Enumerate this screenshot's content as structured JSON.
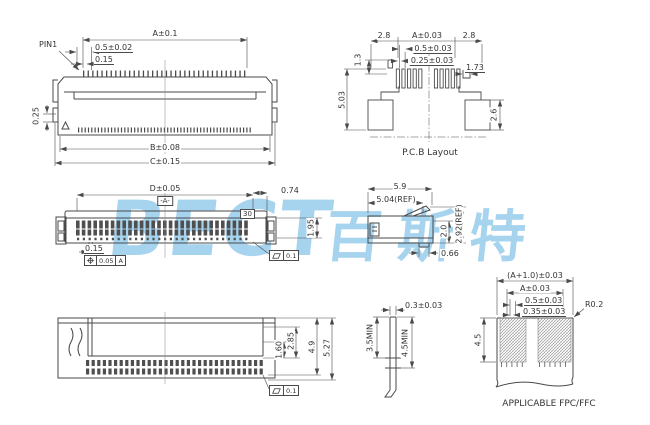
{
  "colors": {
    "line": "#4a4a4a",
    "text": "#333333",
    "background": "#ffffff",
    "watermark": "#a6d3ee"
  },
  "watermark": {
    "latin": "BECT",
    "cjk": "百斯特"
  },
  "icons": {
    "flatness_icon": "▱",
    "position_icon": "⌖"
  },
  "views": {
    "front_view": {
      "pin1_label": "PIN1",
      "dim_top_width": "A±0.1",
      "dim_pitch": "0.5±0.02",
      "dim_pin_width": "0.15",
      "dim_standoff": "0.25",
      "dim_body_width": "B±0.08",
      "dim_overall_width": "C±0.15"
    },
    "pcb_layout": {
      "title": "P.C.B Layout",
      "dim_left_margin": "2.8",
      "dim_pad_span": "A±0.03",
      "dim_right_margin": "2.8",
      "dim_pad_pitch": "0.5±0.03",
      "dim_pad_width": "0.25±0.03",
      "dim_pad_offset": "1.3",
      "dim_tab_width": "1.73",
      "dim_overall_depth": "5.03",
      "dim_mount_pad_height": "2.6"
    },
    "top_view": {
      "dim_contact_span": "D±0.05",
      "datum_label": "-A-",
      "dim_end_offset": "0.74",
      "pin_number": "30",
      "dim_depth": "1.95",
      "dim_contact_width": "0.15",
      "position_tolerance": "0.05",
      "position_datum": "A",
      "flatness_tolerance": "0.1"
    },
    "side_view": {
      "dim_overall_depth": "5.9",
      "dim_ref_depth": "5.04(REF)",
      "dim_body_height": "2.0",
      "dim_ref_height": "2.92(REF)",
      "dim_foot_length": "0.66"
    },
    "bottom_view": {
      "dim_contact_depth": "1.60",
      "dim_slider_depth": "2.85",
      "dim_body_depth": "4.9",
      "dim_overall_depth": "5.27",
      "flatness_tolerance": "0.1"
    },
    "fpc_edge_view": {
      "dim_thickness": "0.3±0.03",
      "dim_exposed_min": "3.5MIN",
      "dim_stiffener_min": "4.5MIN"
    },
    "fpc_view": {
      "title": "APPLICABLE FPC/FFC",
      "dim_overall_width": "(A+1.0)±0.03",
      "dim_conductor_span": "A±0.03",
      "dim_conductor_pitch": "0.5±0.03",
      "dim_conductor_width": "0.35±0.03",
      "corner_radius": "R0.2",
      "dim_insert_depth": "4.5"
    }
  }
}
